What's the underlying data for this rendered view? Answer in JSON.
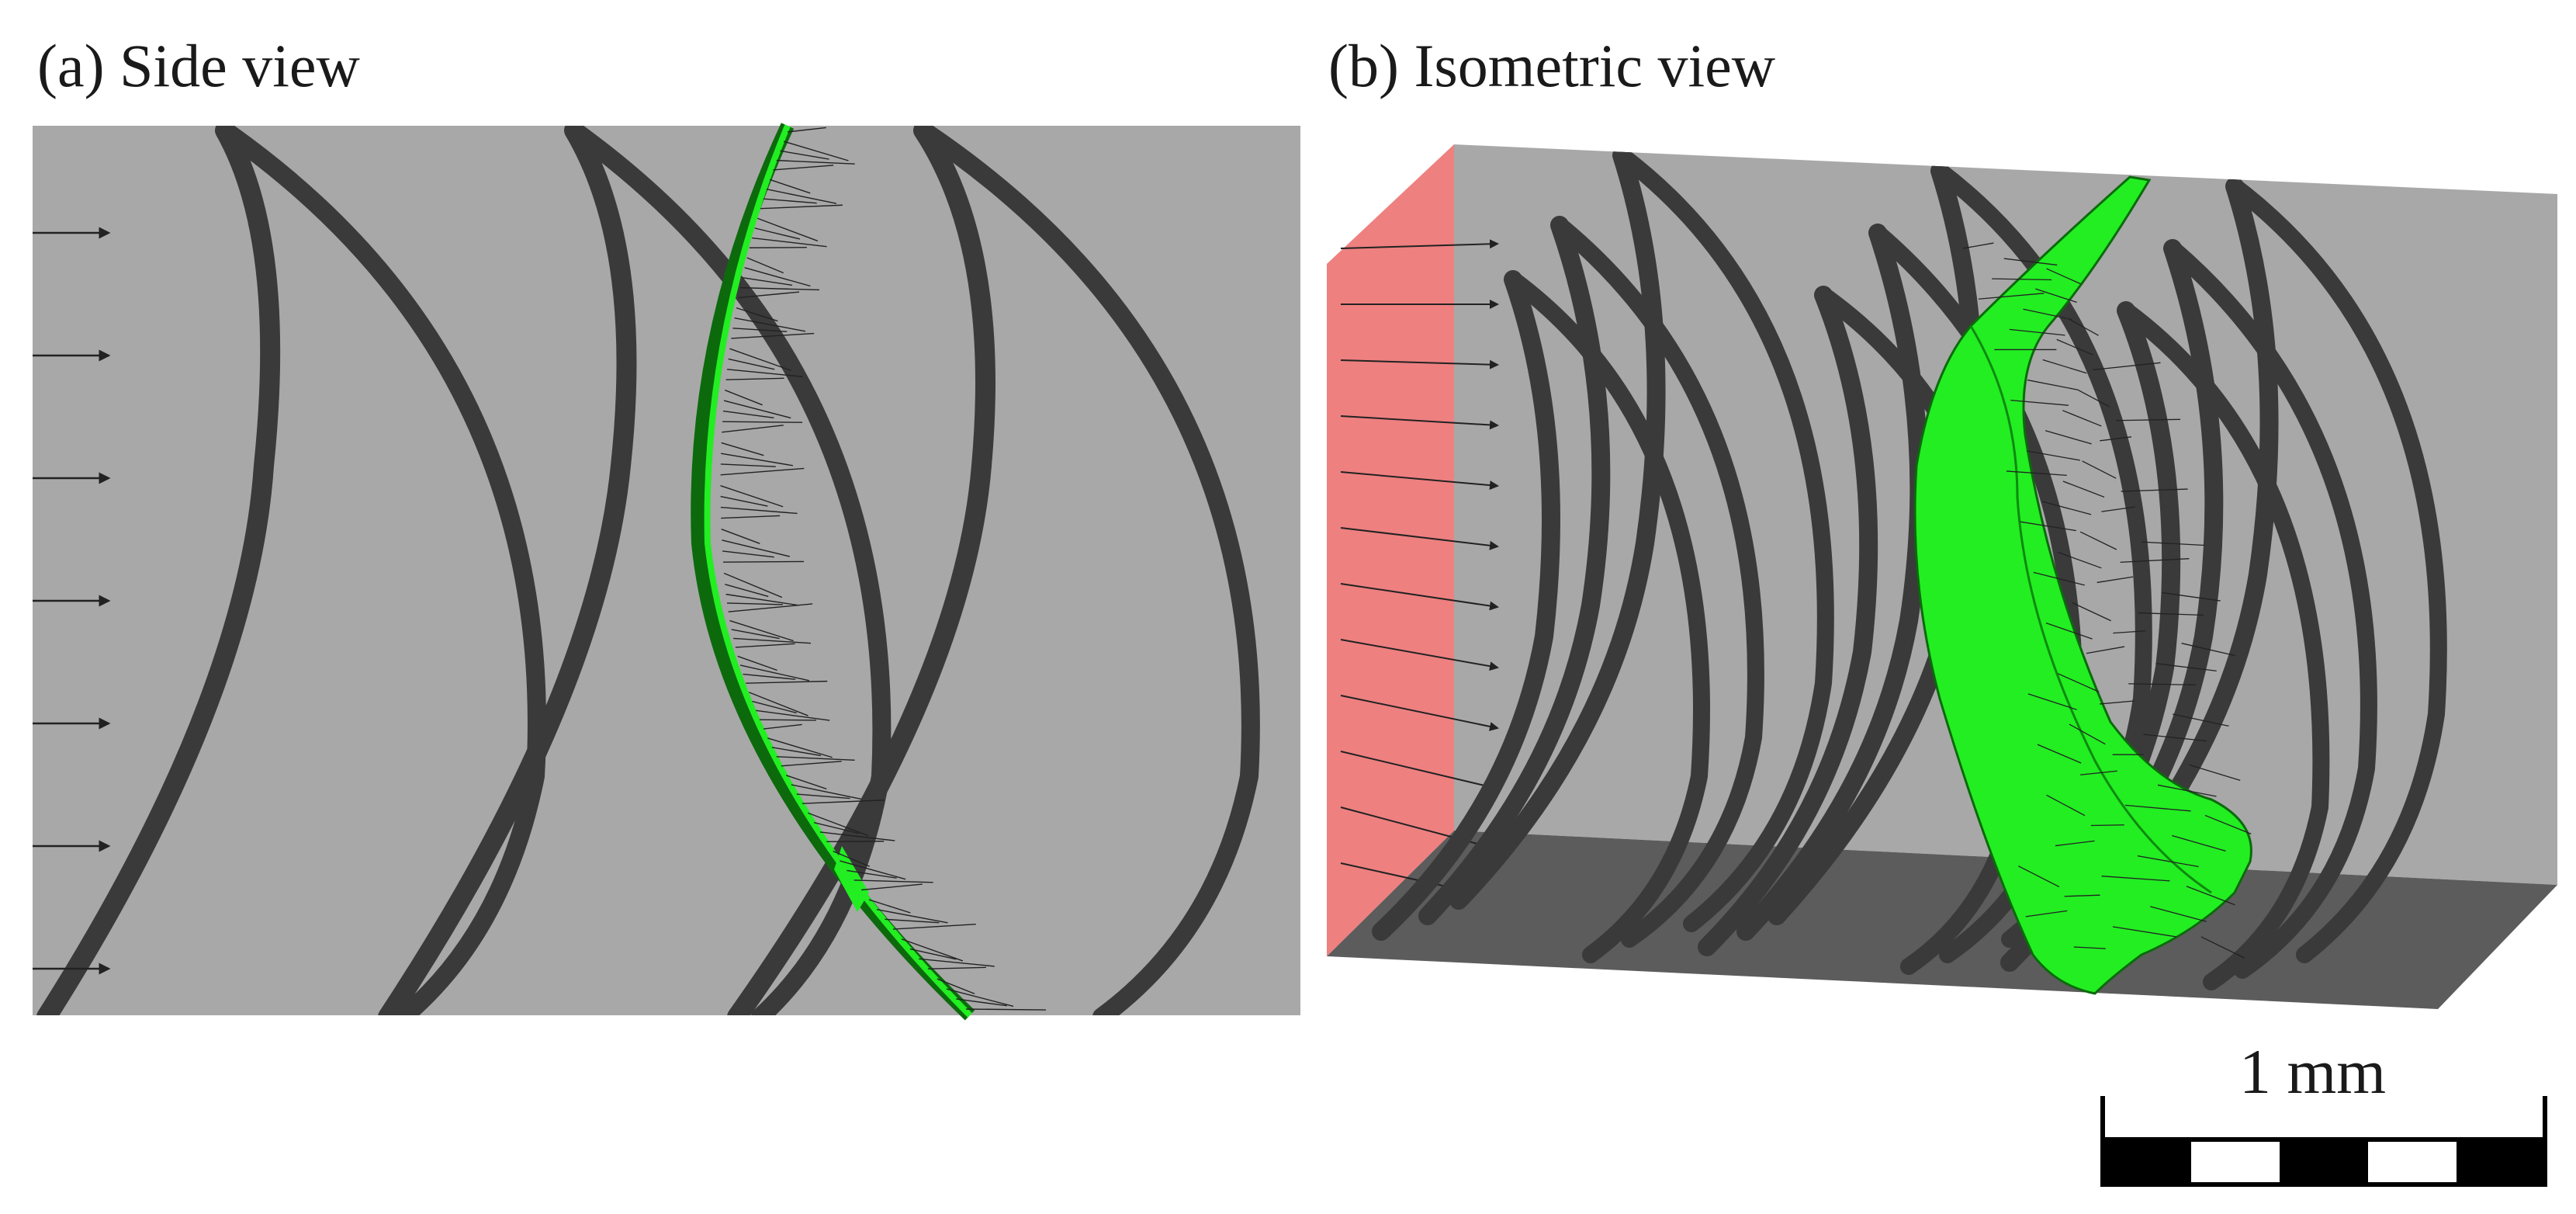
{
  "panels": [
    {
      "id": "a",
      "title": "(a) Side view"
    },
    {
      "id": "b",
      "title": "(b) Isometric view"
    }
  ],
  "scale_bar": {
    "label": "1 mm",
    "segments": 5
  },
  "colors": {
    "background": "#ffffff",
    "domain": "#a8a8a8",
    "domain_floor": "#5c5c5c",
    "inlet_face": "#ee8080",
    "struts": "#3a3a3a",
    "front_surface": "#22ee22",
    "front_edge": "#0c6a0c",
    "vectors": "#222222"
  }
}
